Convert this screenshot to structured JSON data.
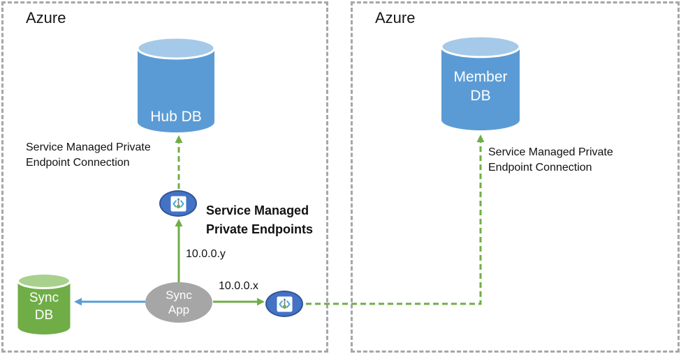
{
  "regions": {
    "left": {
      "label": "Azure"
    },
    "right": {
      "label": "Azure"
    }
  },
  "nodes": {
    "hub_db": {
      "label": "Hub DB"
    },
    "member_db": {
      "line1": "Member",
      "line2": "DB"
    },
    "sync_db": {
      "line1": "Sync",
      "line2": "DB"
    },
    "sync_app": {
      "line1": "Sync",
      "line2": "App"
    }
  },
  "annotations": {
    "left_connection": {
      "line1": "Service Managed Private",
      "line2": "Endpoint Connection"
    },
    "right_connection": {
      "line1": "Service Managed Private",
      "line2": "Endpoint Connection"
    },
    "private_endpoints": {
      "line1": "Service Managed",
      "line2": "Private Endpoints"
    },
    "ip_y": "10.0.0.y",
    "ip_x": "10.0.0.x"
  },
  "icons": {
    "private_endpoint": "private-endpoint-icon",
    "database": "database-cylinder-icon"
  },
  "colors": {
    "db_blue": "#5b9bd5",
    "db_blue_top": "#a5c9e8",
    "db_green": "#70ad47",
    "db_green_top": "#a9d18e",
    "app_gray": "#a6a6a6",
    "endpoint_fill": "#4472c4",
    "endpoint_border": "#2f5597",
    "arrow_green": "#70ad47",
    "arrow_blue": "#5b9bd5",
    "region_border_gray": "#a6a6a6",
    "text": "#111111"
  }
}
